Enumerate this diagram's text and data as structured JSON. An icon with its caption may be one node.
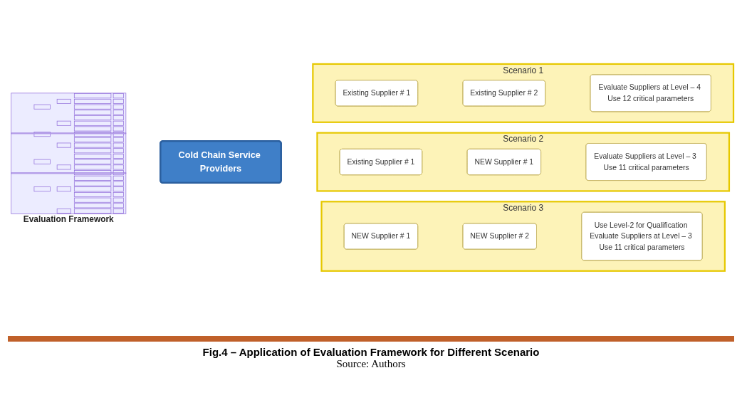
{
  "diagram": {
    "caption": "Fig.4 – Application of Evaluation Framework for Different Scenario",
    "nodes": [
      {
        "text": [
          "Evaluation Framework"
        ]
      },
      {
        "text": [
          "Cold Chain Service Providers"
        ]
      },
      {
        "text": [
          "Scenario 1"
        ]
      },
      {
        "text": [
          "Existing Supplier # 1"
        ],
        "in": 2
      },
      {
        "text": [
          "Existing Supplier # 2"
        ],
        "in": 2
      },
      {
        "text": [
          "Evaluate Suppliers at Level – 4 Use 12 critical parameters"
        ],
        "in": 2
      },
      {
        "text": [
          "Scenario 2"
        ]
      },
      {
        "text": [
          "Existing Supplier # 1"
        ],
        "in": 6
      },
      {
        "text": [
          "NEW Supplier # 1"
        ],
        "in": 6
      },
      {
        "text": [
          "Evaluate Suppliers at Level – 3 Use 11 critical parameters"
        ],
        "in": 6
      },
      {
        "text": [
          "Scenario 3"
        ]
      },
      {
        "text": [
          "NEW Supplier # 1"
        ],
        "in": 10
      },
      {
        "text": [
          "NEW Supplier # 2"
        ],
        "in": 10
      },
      {
        "text": [
          "Use Level-2 for Qualification Evaluate Suppliers at Level – 3 Use 11 critical parameters"
        ],
        "in": 10
      }
    ],
    "labels": [
      "Source: Authors"
    ]
  }
}
